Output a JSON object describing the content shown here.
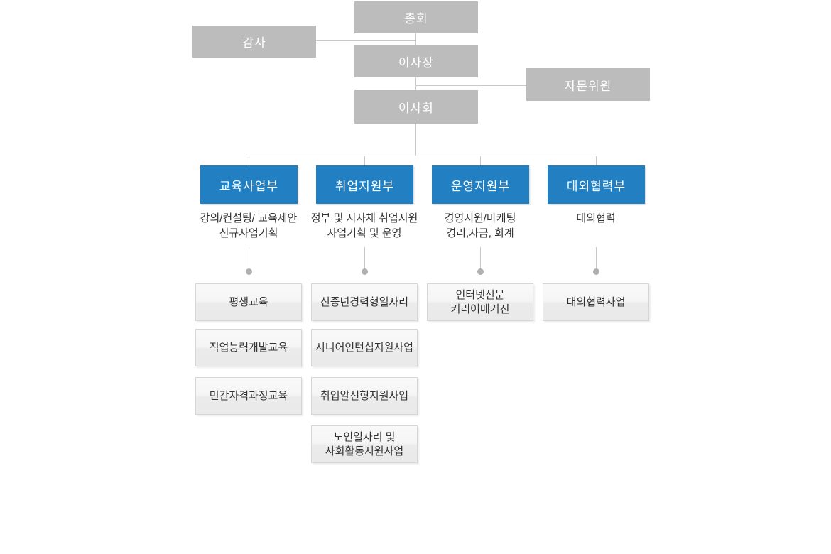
{
  "org": {
    "top_nodes": {
      "general_assembly": "총회",
      "auditor": "감사",
      "chairman": "이사장",
      "advisory_committee": "자문위원",
      "board_of_directors": "이사회"
    },
    "departments": [
      {
        "label": "교육사업부",
        "description": "강의/컨설팅/ 교육제안\n신규사업기획",
        "programs": [
          "평생교육",
          "직업능력개발교육",
          "민간자격과정교육"
        ]
      },
      {
        "label": "취업지원부",
        "description": "정부 및 지자체 취업지원\n사업기획 및 운영",
        "programs": [
          "신중년경력형일자리",
          "시니어인턴십지원사업",
          "취업알선형지원사업",
          "노인일자리 및\n사회활동지원사업"
        ]
      },
      {
        "label": "운영지원부",
        "description": "경영지원/마케팅\n경리,자금, 회계",
        "programs": [
          "인터넷신문\n커리어매거진"
        ]
      },
      {
        "label": "대외협력부",
        "description": "대외협력",
        "programs": [
          "대외협력사업"
        ]
      }
    ],
    "colors": {
      "department_fill": "#2280c2",
      "top_fill": "#bcbcbc",
      "connector": "#c9c9c9",
      "dot": "#b0b0b0"
    }
  }
}
